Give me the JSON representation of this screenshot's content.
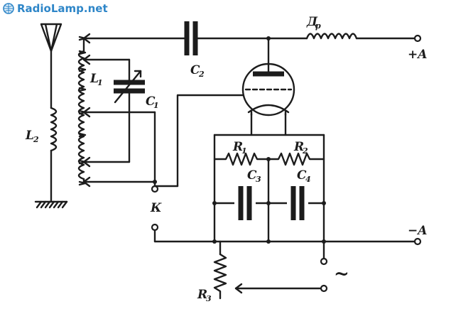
{
  "watermark": {
    "text": "RadioLamp.net",
    "icon": "globe-icon"
  },
  "labels": {
    "L1": {
      "letter": "L",
      "sub": "1"
    },
    "L2": {
      "letter": "L",
      "sub": "2"
    },
    "C1": {
      "letter": "C",
      "sub": "1"
    },
    "C2": {
      "letter": "C",
      "sub": "2"
    },
    "C3": {
      "letter": "C",
      "sub": "3"
    },
    "C4": {
      "letter": "C",
      "sub": "4"
    },
    "R1": {
      "letter": "R",
      "sub": "1"
    },
    "R2": {
      "letter": "R",
      "sub": "2"
    },
    "R3": {
      "letter": "R",
      "sub": "3"
    },
    "Dr": {
      "letter": "Д",
      "sub": "р"
    },
    "K": "К",
    "plus_A": "+A",
    "minus_A": "−A",
    "ac": "~"
  }
}
